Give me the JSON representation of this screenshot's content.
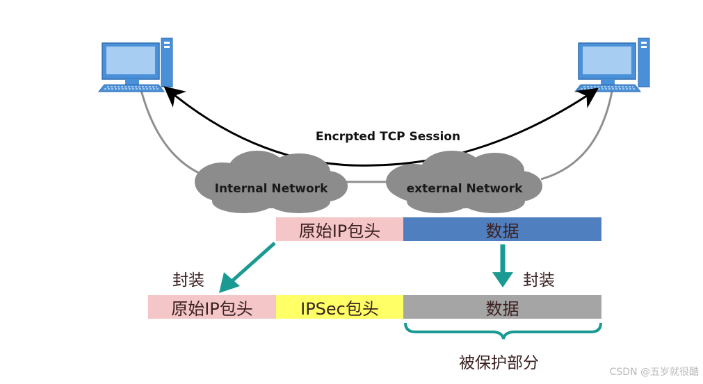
{
  "session_label": "Encrpted TCP Session",
  "clouds": {
    "internal": "Internal Network",
    "external": "external Network"
  },
  "original_row": {
    "header": "原始IP包头",
    "data": "数据"
  },
  "encap_row": {
    "header": "原始IP包头",
    "ipsec": "IPSec包头",
    "data": "数据"
  },
  "encap_label_left": "封装",
  "encap_label_right": "封装",
  "protected_label": "被保护部分",
  "watermark": "CSDN @五岁就很酷",
  "colors": {
    "orig_header": "#f4c6c8",
    "data_blue": "#4f7fbf",
    "ipsec_yellow": "#ffff66",
    "data_gray": "#a5a5a5",
    "teal": "#1a9a92",
    "cloud": "#8c8c8c",
    "monitor": "#4a90d9"
  }
}
